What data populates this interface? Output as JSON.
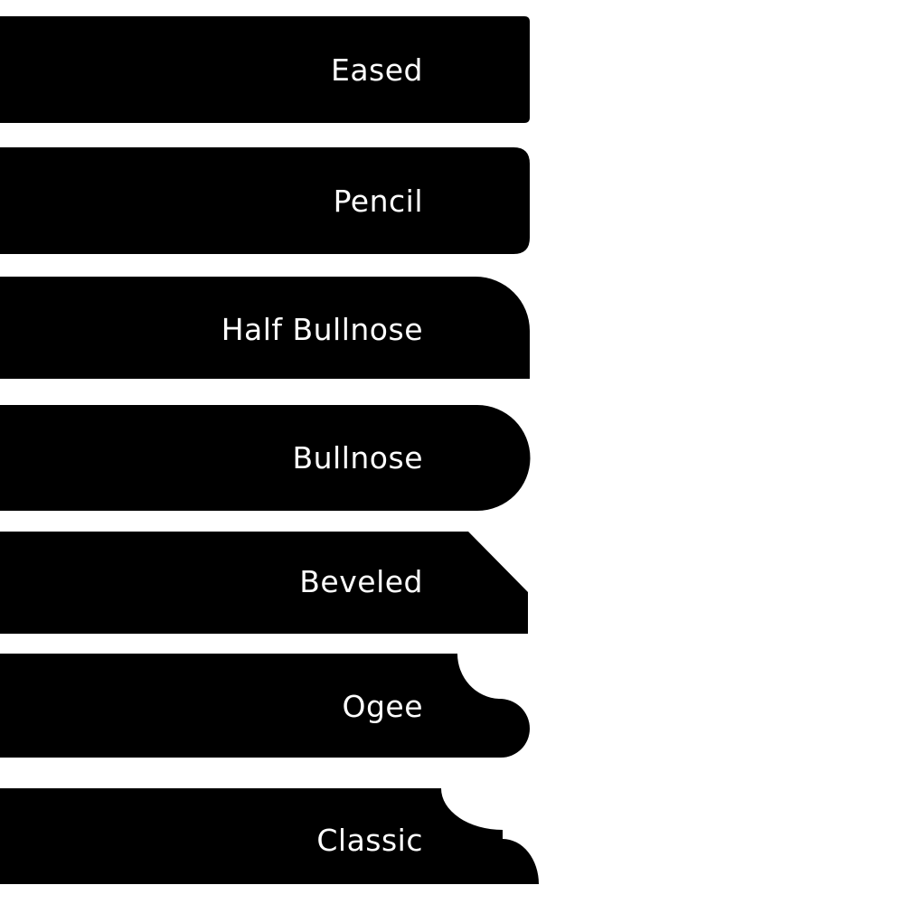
{
  "title": "Countertop edge profiles",
  "colors": {
    "shape": "#000000",
    "text": "#ffffff",
    "background": "#ffffff"
  },
  "profiles": [
    {
      "label": "Eased"
    },
    {
      "label": "Pencil"
    },
    {
      "label": "Half Bullnose"
    },
    {
      "label": "Bullnose"
    },
    {
      "label": "Beveled"
    },
    {
      "label": "Ogee"
    },
    {
      "label": "Classic"
    }
  ]
}
